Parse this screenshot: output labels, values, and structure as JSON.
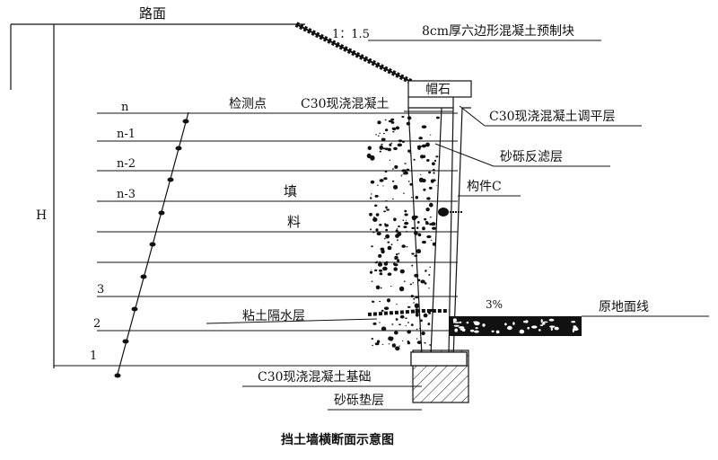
{
  "labels": {
    "road_surface": "路面",
    "slope_ratio": "1：1.5",
    "hex_blocks": "8cm厚六边形混凝土预制块",
    "coping_stone": "帽石",
    "check_point": "检测点",
    "c30_concrete": "C30现浇混凝土",
    "c30_leveling": "C30现浇混凝土调平层",
    "gravel_filter": "砂砾反滤层",
    "member_c": "构件C",
    "fill_char1": "填",
    "fill_char2": "料",
    "height": "H",
    "grade": "3%",
    "original_ground": "原地面线",
    "clay_layer": "粘土隔水层",
    "c30_foundation": "C30现浇混凝土基础",
    "gravel_cushion": "砂砾垫层",
    "caption": "挡土墙横断面示意图"
  },
  "layers": [
    "n",
    "n-1",
    "n-2",
    "n-3",
    "3",
    "2",
    "1"
  ],
  "colors": {
    "line": "#111111",
    "fill": "#ffffff"
  }
}
